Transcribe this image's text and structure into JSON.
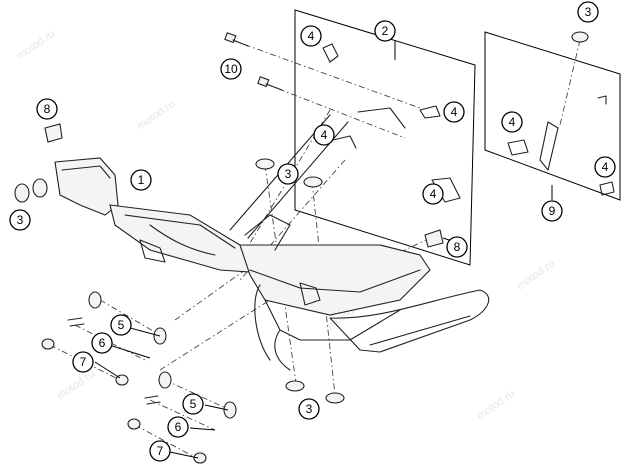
{
  "diagram": {
    "type": "exploded-parts-diagram",
    "watermark": "motod.ru",
    "callouts": [
      {
        "id": "c1",
        "label": "1"
      },
      {
        "id": "c2",
        "label": "2"
      },
      {
        "id": "c3a",
        "label": "3"
      },
      {
        "id": "c3b",
        "label": "3"
      },
      {
        "id": "c3c",
        "label": "3"
      },
      {
        "id": "c3d",
        "label": "3"
      },
      {
        "id": "c4a",
        "label": "4"
      },
      {
        "id": "c4b",
        "label": "4"
      },
      {
        "id": "c4c",
        "label": "4"
      },
      {
        "id": "c4d",
        "label": "4"
      },
      {
        "id": "c4e",
        "label": "4"
      },
      {
        "id": "c4f",
        "label": "4"
      },
      {
        "id": "c5a",
        "label": "5"
      },
      {
        "id": "c5b",
        "label": "5"
      },
      {
        "id": "c6a",
        "label": "6"
      },
      {
        "id": "c6b",
        "label": "6"
      },
      {
        "id": "c7a",
        "label": "7"
      },
      {
        "id": "c7b",
        "label": "7"
      },
      {
        "id": "c8a",
        "label": "8"
      },
      {
        "id": "c8b",
        "label": "8"
      },
      {
        "id": "c9",
        "label": "9"
      },
      {
        "id": "c10",
        "label": "10"
      }
    ]
  }
}
